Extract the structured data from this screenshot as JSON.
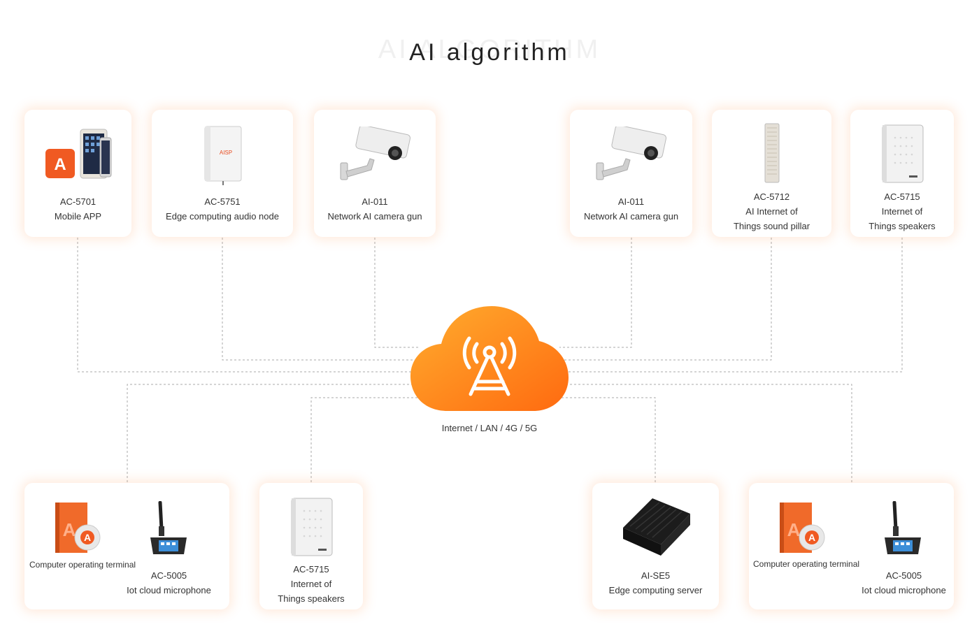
{
  "title": "AI algorithm",
  "title_shadow": "AI ALGORITHM",
  "network_label": "Internet / LAN / 4G / 5G",
  "colors": {
    "accent": "#ff7a1a",
    "accent_light": "#ffa726",
    "line": "#aaaaaa"
  },
  "top_cards": [
    {
      "model": "AC-5701",
      "line1": "Mobile APP",
      "line2": ""
    },
    {
      "model": "AC-5751",
      "line1": "Edge computing audio node",
      "line2": ""
    },
    {
      "model": "AI-011",
      "line1": "Network AI camera gun",
      "line2": ""
    },
    {
      "model": "AI-011",
      "line1": "Network AI camera gun",
      "line2": ""
    },
    {
      "model": "AC-5712",
      "line1": "AI Internet of",
      "line2": "Things sound pillar"
    },
    {
      "model": "AC-5715",
      "line1": "Internet of",
      "line2": "Things speakers"
    }
  ],
  "bottom_cards": [
    {
      "sub": "Computer operating terminal",
      "model": "AC-5005",
      "line1": "Iot cloud microphone"
    },
    {
      "model": "AC-5715",
      "line1": "Internet of",
      "line2": "Things speakers"
    },
    {
      "model": "AI-SE5",
      "line1": "Edge computing server"
    },
    {
      "sub": "Computer operating terminal",
      "model": "AC-5005",
      "line1": "Iot cloud microphone"
    }
  ],
  "logo_text": "AISP"
}
